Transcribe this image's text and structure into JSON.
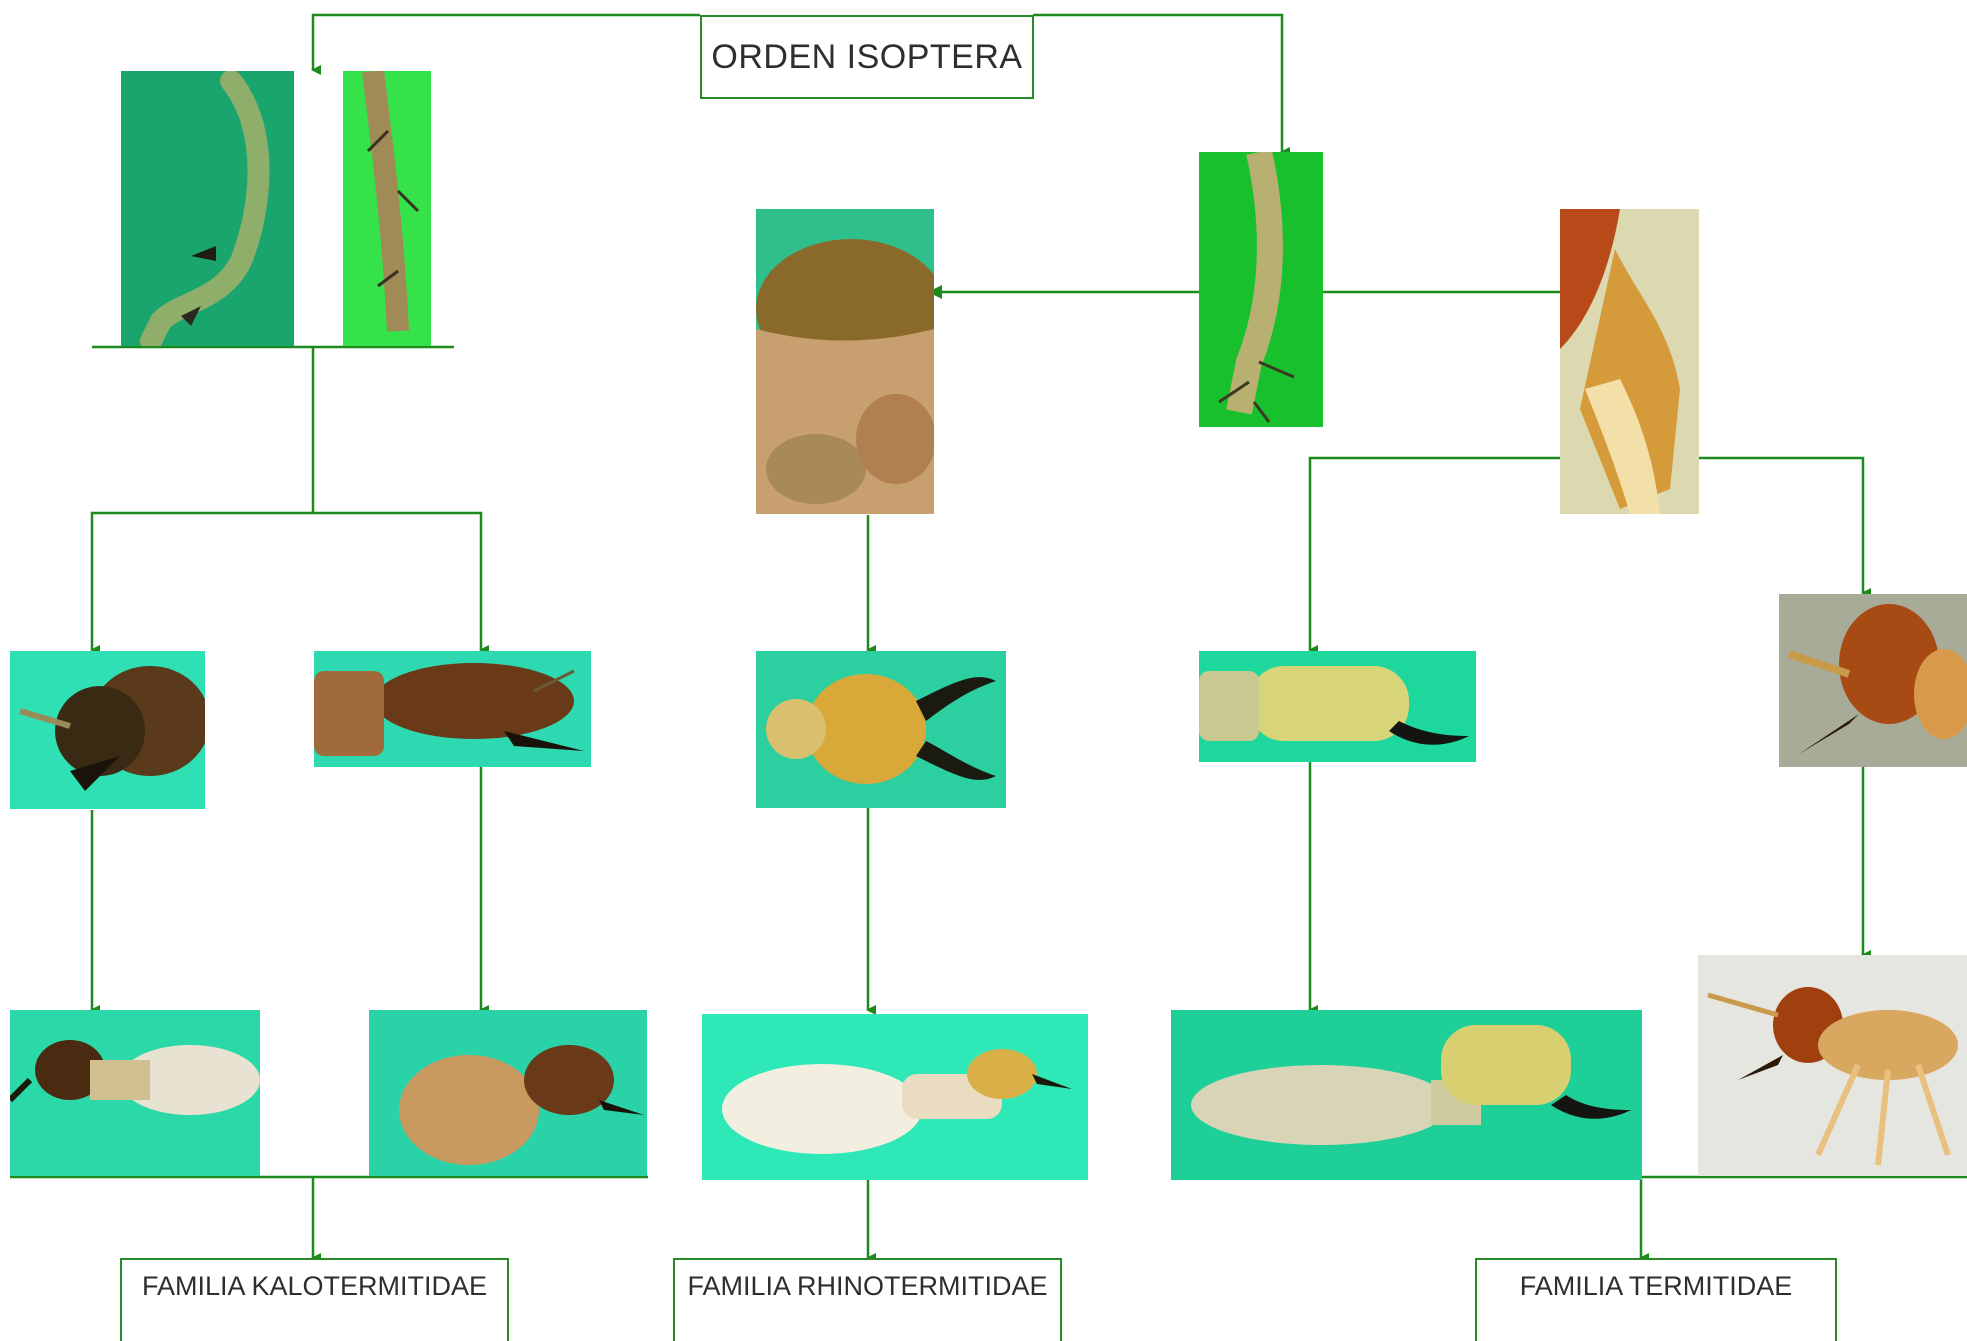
{
  "title": "ORDEN  ISOPTERA",
  "families": {
    "kalotermitidae": "FAMILIA  KALOTERMITIDAE",
    "rhinotermitidae": "FAMILIA RHINOTERMITIDAE",
    "termitidae": "FAMILIA  TERMITIDAE"
  },
  "colors": {
    "connector": "#1e8a1e",
    "teal_background": "#19c9a0",
    "green_background": "#22b84a"
  }
}
